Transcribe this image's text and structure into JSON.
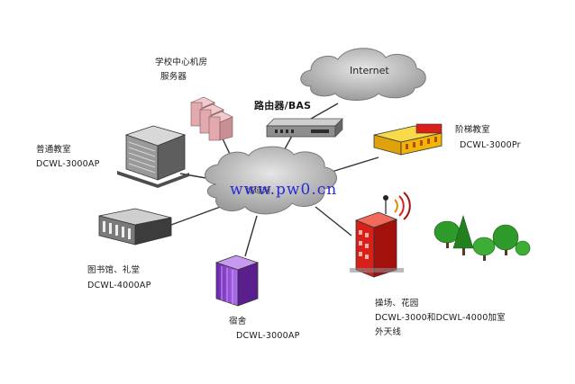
{
  "internet_label": "Internet",
  "router_label": "路由器/BAS",
  "core_label": "城域网",
  "watermark": "www.pw0.cn",
  "server": {
    "line1": "学校中心机房",
    "line2": "服务器"
  },
  "classroom": {
    "name": "普通教室",
    "model": "DCWL-3000AP"
  },
  "lecture_hall": {
    "name": "阶梯教室",
    "model": "DCWL-3000Pr"
  },
  "library": {
    "name": "图书馆、礼堂",
    "model": "DCWL-4000AP"
  },
  "dorm": {
    "name": "宿舍",
    "model": "DCWL-3000AP"
  },
  "outdoor": {
    "name": "操场、花园",
    "model_line1": "DCWL-3000和DCWL-4000加室",
    "model_line2": "外天线"
  },
  "colors": {
    "cloud": "#b5b5b5",
    "watermark": "#2a2ad8",
    "accent_red": "#d8201a",
    "dorm_purple": "#8a3fc9",
    "tree_green": "#2e9a2a",
    "hall_yellow": "#f0b40a"
  }
}
